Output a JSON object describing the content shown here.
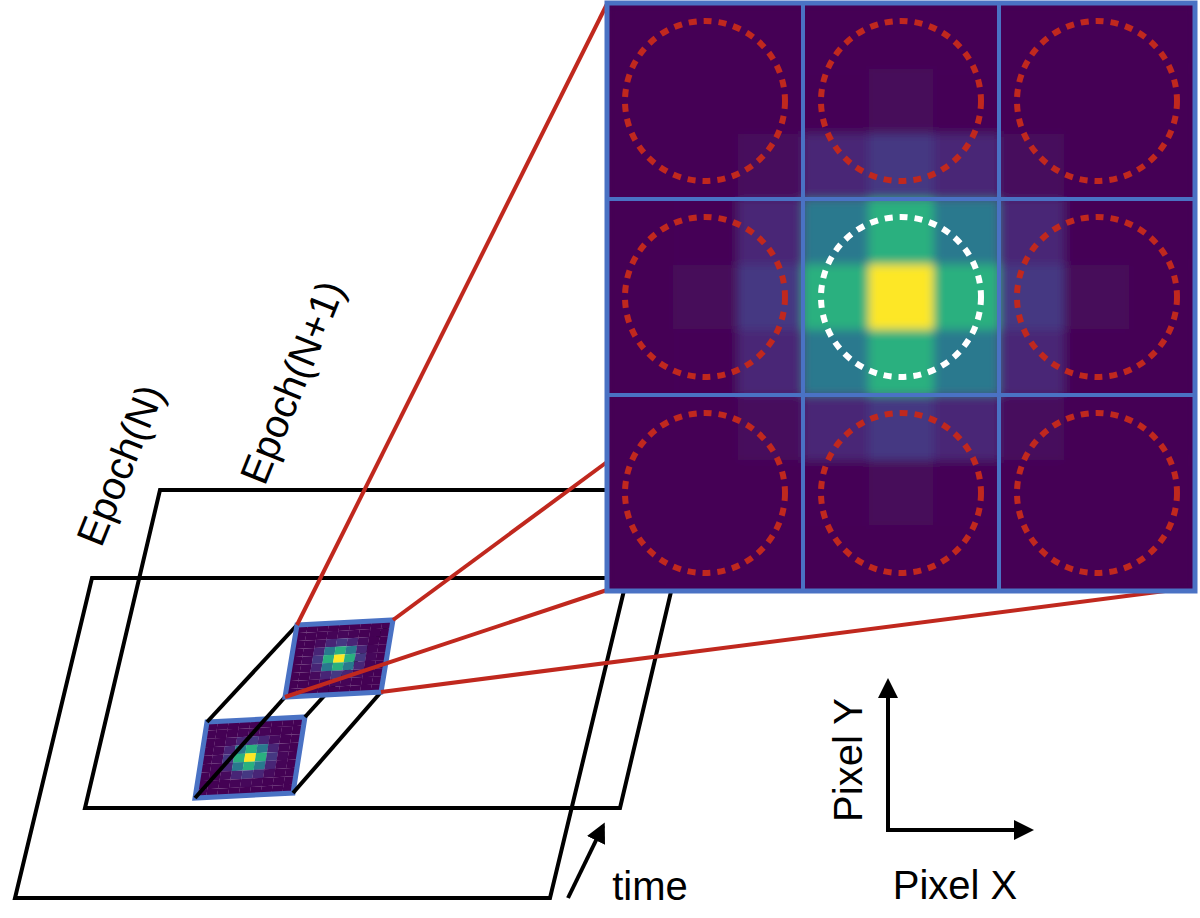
{
  "diagram": {
    "labels": [
      "Epoch(N)",
      "Epoch(N+1)",
      "time",
      "Pixel Y",
      "Pixel X"
    ]
  }
}
